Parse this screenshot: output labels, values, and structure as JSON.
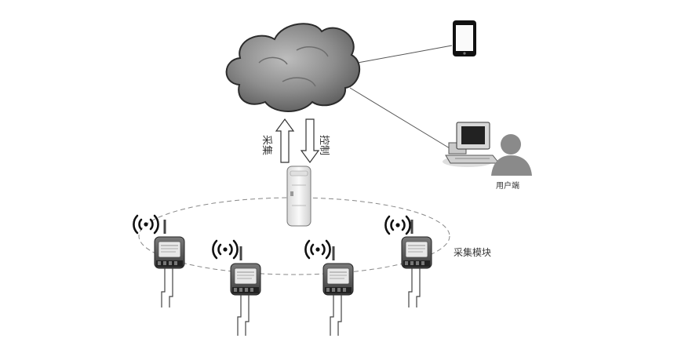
{
  "labels": {
    "collect": "采集",
    "control": "控制",
    "user_end": "用户端",
    "acquisition_module": "采集模块"
  },
  "colors": {
    "cloud_fill": "#8e8e8e",
    "cloud_stroke": "#2b2b2b",
    "line": "#555555",
    "device_body": "#5f5f5f",
    "device_face": "#e8e8e8",
    "gateway": "#f2f2f2"
  },
  "icons": {
    "cloud": "cloud-icon",
    "phone": "smartphone-icon",
    "pc": "desktop-computer-icon",
    "user": "user-icon",
    "gateway": "wireless-gateway-icon",
    "wifi": "wifi-signal-icon",
    "module": "acquisition-module-icon"
  }
}
